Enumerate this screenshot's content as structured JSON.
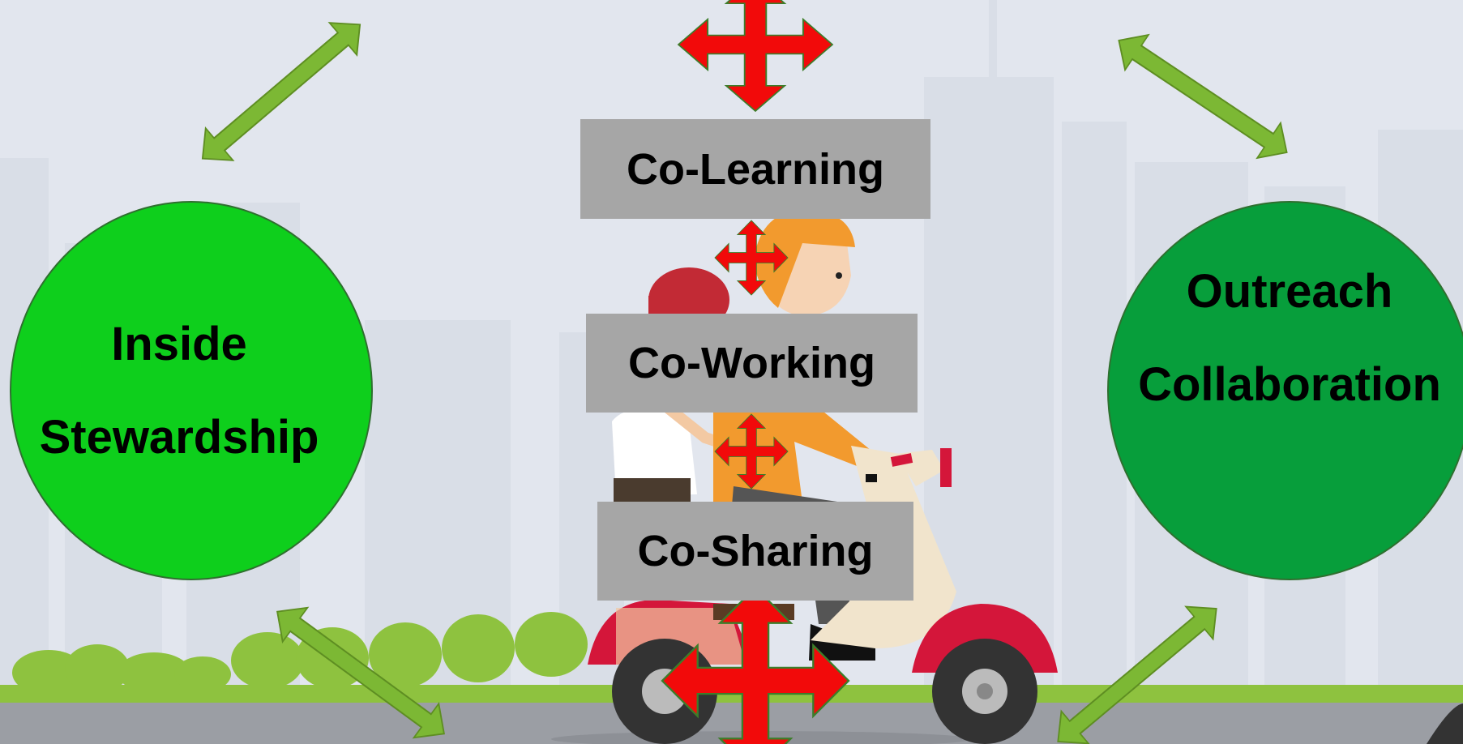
{
  "diagram": {
    "center_boxes": [
      {
        "id": "co-learning",
        "label": "Co-Learning"
      },
      {
        "id": "co-working",
        "label": "Co-Working"
      },
      {
        "id": "co-sharing",
        "label": "Co-Sharing"
      }
    ],
    "left_circle": {
      "line1": "Inside",
      "line2": "Stewardship"
    },
    "right_circle": {
      "line1": "Outreach",
      "line2": "Collaboration"
    }
  },
  "colors": {
    "sky": "#e2e6ee",
    "box_fill": "#a6a6a6",
    "left_circle": "#0ecf1c",
    "right_circle": "#079e3b",
    "double_arrow": "#7cb834",
    "four_way_arrow": "#f00a0a",
    "grass": "#8ec23f",
    "road": "#9b9ea4"
  },
  "background": {
    "scene": "cartoon scooter with two riders on city street"
  },
  "icons": {
    "four_way": "four-way-arrow-icon",
    "double": "double-headed-arrow-icon"
  }
}
